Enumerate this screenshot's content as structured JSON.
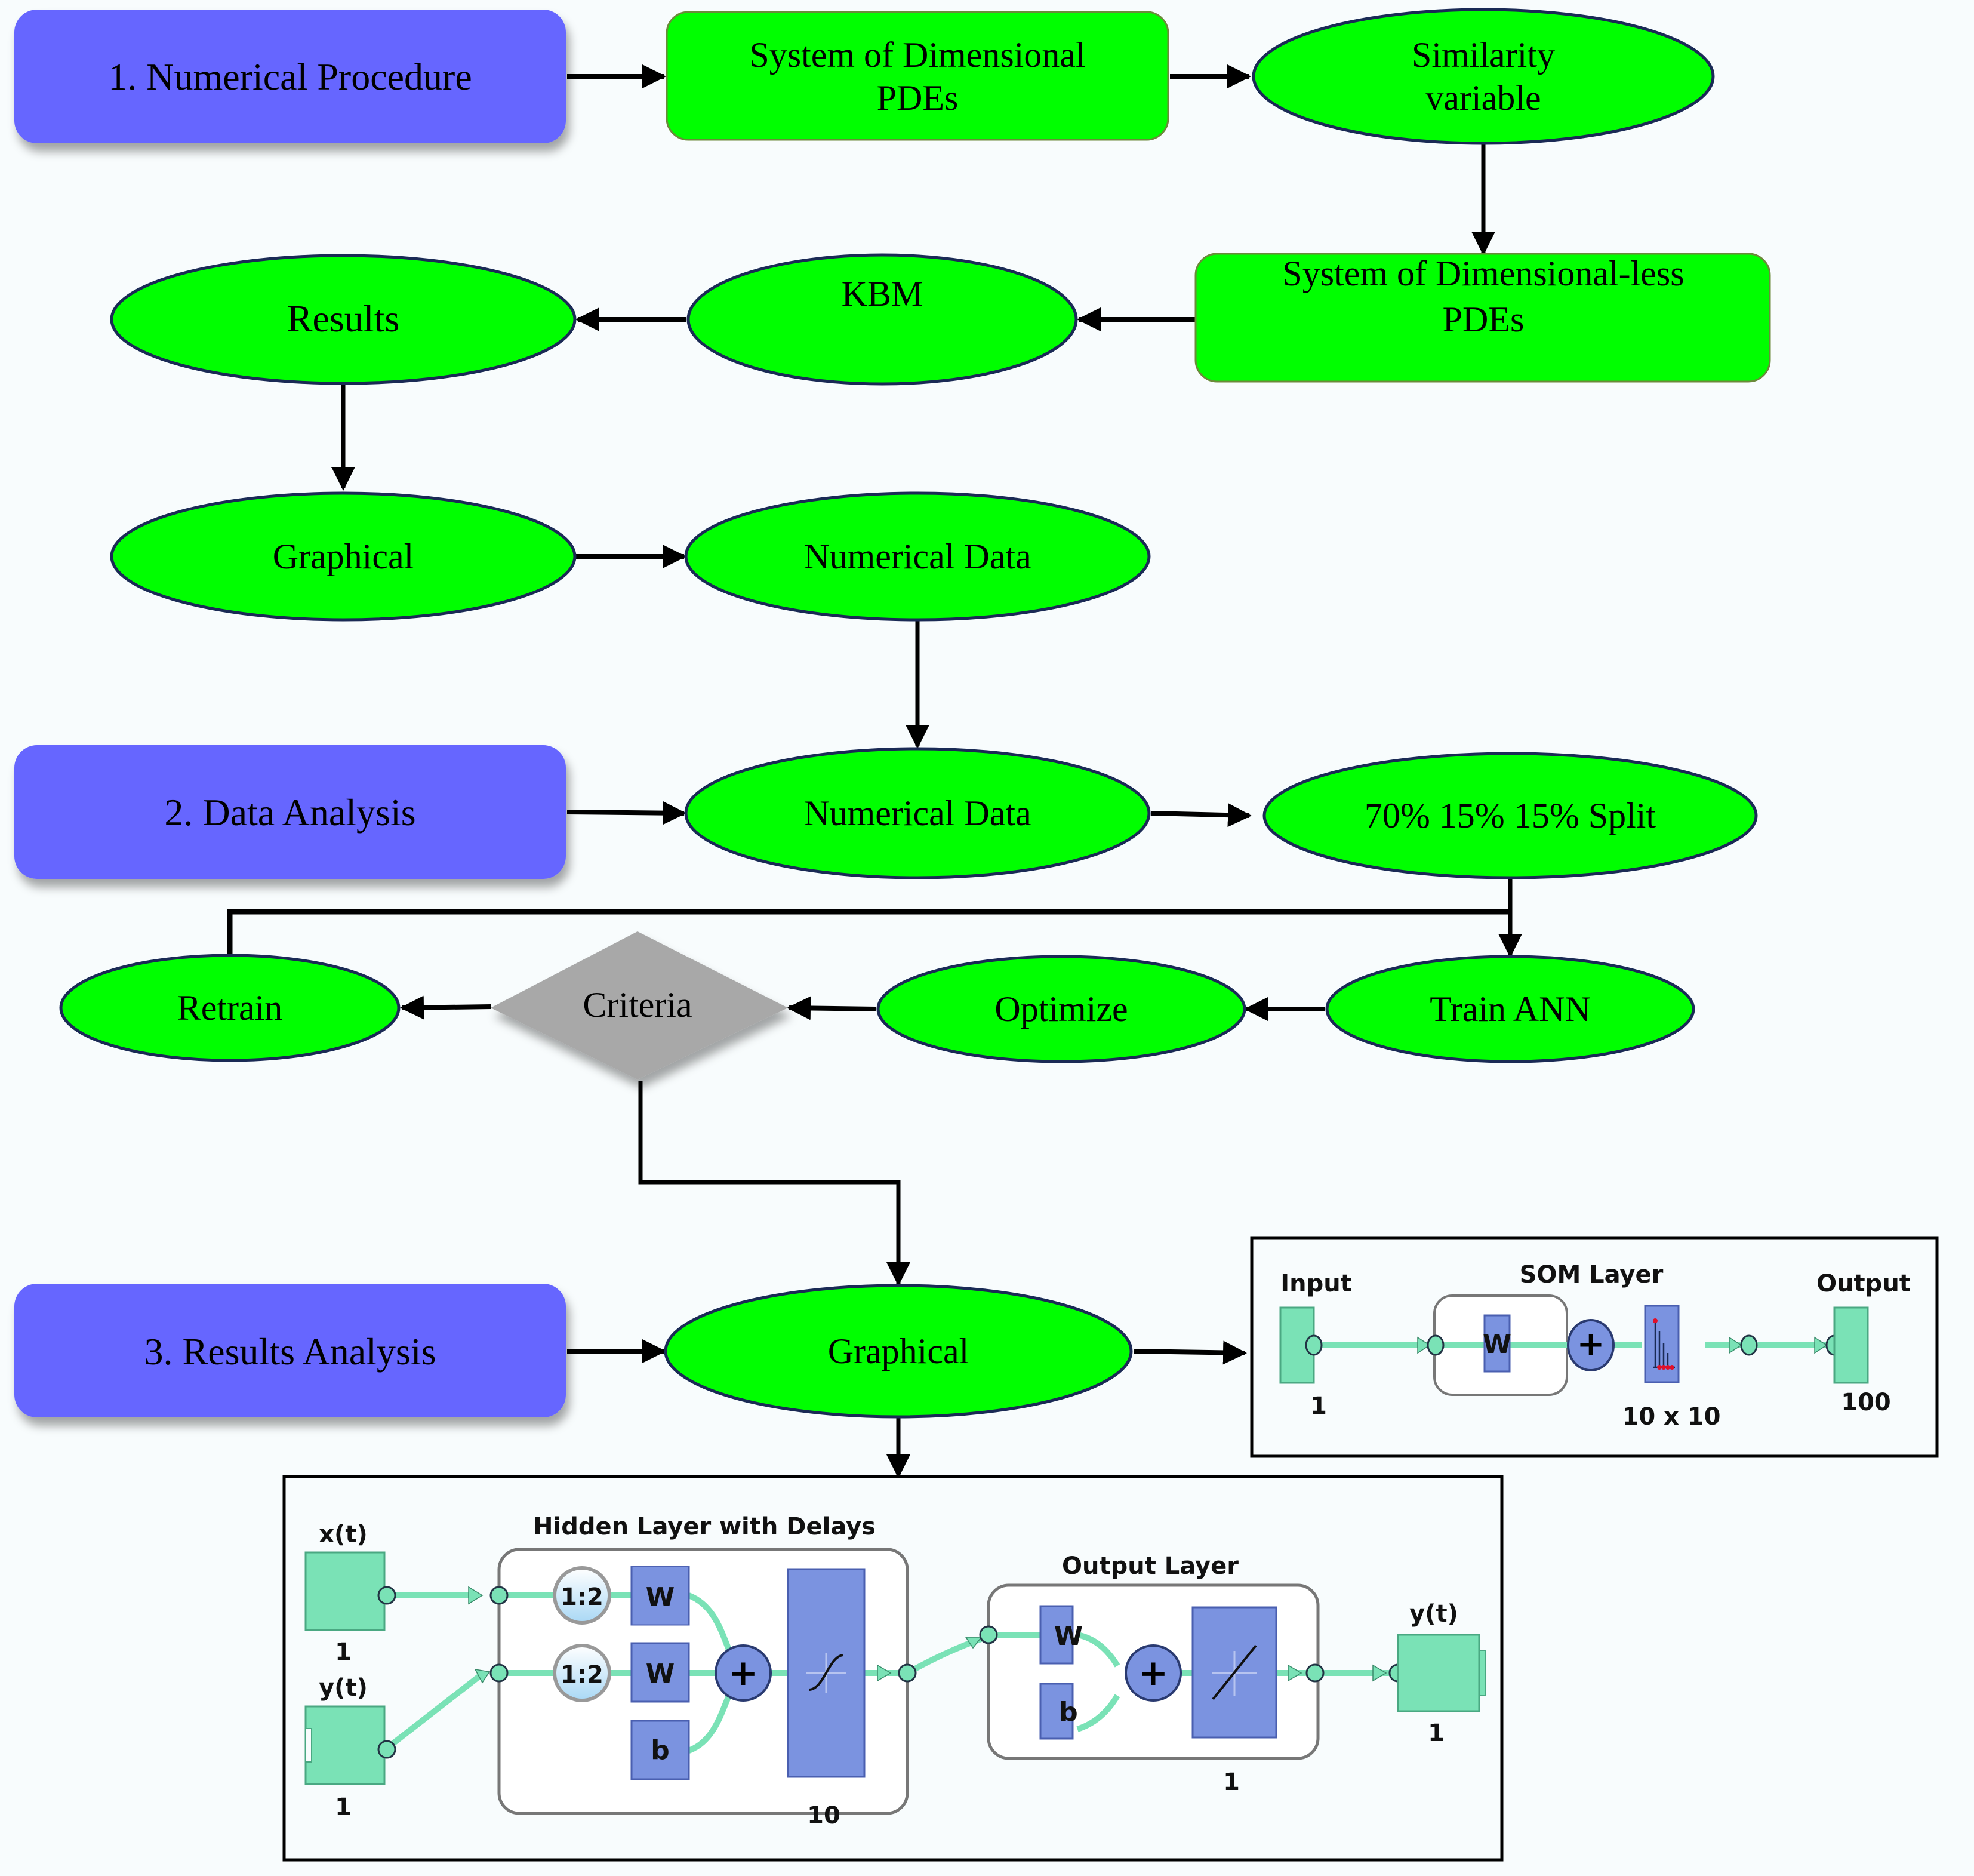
{
  "title": "Numerical procedure, data analysis and results analysis workflow",
  "colors": {
    "background": "#f8fcfd",
    "phase_box": "#6666ff",
    "process_node": "#00ff00",
    "node_border": "#1a2a55",
    "decision": "#a8a8a8",
    "nn_block": "#7ae2b6",
    "nn_layer": "#7b93e0"
  },
  "phases": [
    {
      "id": "phase1",
      "label": "1. Numerical Procedure"
    },
    {
      "id": "phase2",
      "label": "2. Data Analysis"
    },
    {
      "id": "phase3",
      "label": "3. Results Analysis"
    }
  ],
  "nodes": {
    "dimensional_pdes": {
      "shape": "rounded-rect",
      "lines": [
        "System of Dimensional",
        "PDEs"
      ]
    },
    "similarity_variable": {
      "shape": "ellipse",
      "lines": [
        "Similarity",
        "variable"
      ]
    },
    "dimensionless_pdes": {
      "shape": "rounded-rect",
      "lines": [
        "System of Dimensional-less",
        "PDEs"
      ]
    },
    "kbm": {
      "shape": "ellipse",
      "lines": [
        "KBM"
      ]
    },
    "results": {
      "shape": "ellipse",
      "lines": [
        "Results"
      ]
    },
    "graphical_1": {
      "shape": "ellipse",
      "lines": [
        "Graphical"
      ]
    },
    "numerical_data_1": {
      "shape": "ellipse",
      "lines": [
        "Numerical Data"
      ]
    },
    "numerical_data_2": {
      "shape": "ellipse",
      "lines": [
        "Numerical Data"
      ]
    },
    "split": {
      "shape": "ellipse",
      "lines": [
        "70% 15% 15% Split"
      ]
    },
    "train_ann": {
      "shape": "ellipse",
      "lines": [
        "Train ANN"
      ]
    },
    "optimize": {
      "shape": "ellipse",
      "lines": [
        "Optimize"
      ]
    },
    "criteria": {
      "shape": "diamond",
      "lines": [
        "Criteria"
      ]
    },
    "retrain": {
      "shape": "ellipse",
      "lines": [
        "Retrain"
      ]
    },
    "graphical_2": {
      "shape": "ellipse",
      "lines": [
        "Graphical"
      ]
    }
  },
  "edges": [
    [
      "phase1",
      "dimensional_pdes"
    ],
    [
      "dimensional_pdes",
      "similarity_variable"
    ],
    [
      "similarity_variable",
      "dimensionless_pdes"
    ],
    [
      "dimensionless_pdes",
      "kbm"
    ],
    [
      "kbm",
      "results"
    ],
    [
      "results",
      "graphical_1"
    ],
    [
      "graphical_1",
      "numerical_data_1"
    ],
    [
      "numerical_data_1",
      "numerical_data_2"
    ],
    [
      "phase2",
      "numerical_data_2"
    ],
    [
      "numerical_data_2",
      "split"
    ],
    [
      "split",
      "train_ann"
    ],
    [
      "retrain",
      "train_ann"
    ],
    [
      "train_ann",
      "optimize"
    ],
    [
      "optimize",
      "criteria"
    ],
    [
      "criteria",
      "retrain"
    ],
    [
      "criteria",
      "graphical_2"
    ],
    [
      "phase3",
      "graphical_2"
    ],
    [
      "graphical_2",
      "som_network"
    ],
    [
      "graphical_2",
      "narx_network"
    ]
  ],
  "som_network": {
    "input_label": "Input",
    "input_size": "1",
    "layer_title": "SOM Layer",
    "weight_symbol": "W",
    "sum_symbol": "+",
    "layer_size": "10 x 10",
    "output_label": "Output",
    "output_size": "100"
  },
  "narx_network": {
    "input_x_label": "x(t)",
    "input_x_size": "1",
    "input_y_label": "y(t)",
    "input_y_size": "1",
    "hidden_title": "Hidden Layer with Delays",
    "delay_label": "1:2",
    "weight_symbol": "W",
    "bias_symbol": "b",
    "sum_symbol": "+",
    "hidden_size": "10",
    "output_layer_title": "Output Layer",
    "output_layer_size": "1",
    "output_label": "y(t)",
    "output_size": "1"
  }
}
